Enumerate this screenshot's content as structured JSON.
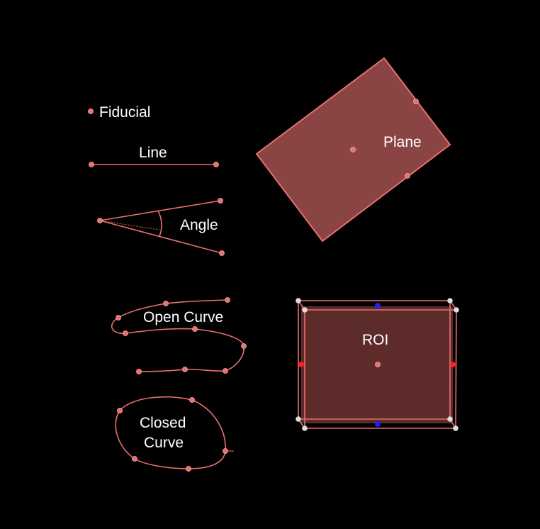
{
  "colors": {
    "background": "#000000",
    "markup": "#e8706e",
    "plane_fill": "#8a4444",
    "roi_fill": "#5e2b2b",
    "roi_handle_x": "#ff1e1e",
    "roi_handle_y": "#1e1eff",
    "roi_corner": "#dddddd"
  },
  "labels": {
    "fiducial": "Fiducial",
    "line": "Line",
    "angle": "Angle",
    "open_curve": "Open Curve",
    "closed_curve_1": "Closed",
    "closed_curve_2": "Curve",
    "plane": "Plane",
    "roi": "ROI"
  }
}
